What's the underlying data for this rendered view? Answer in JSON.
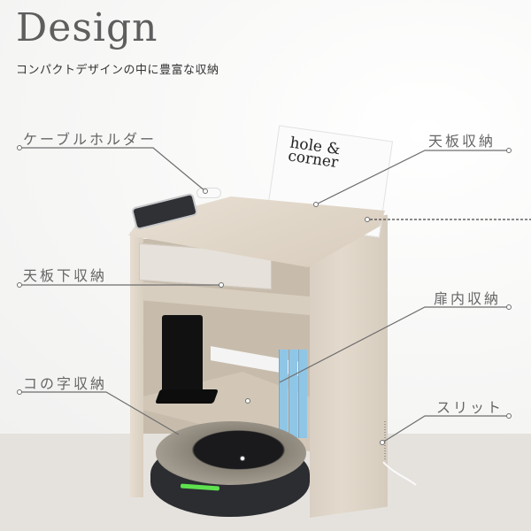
{
  "heading": {
    "title": "Design",
    "subtitle": "コンパクトデザインの中に豊富な収納"
  },
  "callouts": [
    {
      "id": "cable-holder",
      "label": "ケーブルホルダー"
    },
    {
      "id": "top-storage",
      "label": "天板収納"
    },
    {
      "id": "under-top-storage",
      "label": "天板下収納"
    },
    {
      "id": "door-storage",
      "label": "扉内収納"
    },
    {
      "id": "u-shape-storage",
      "label": "コの字収納"
    },
    {
      "id": "slit",
      "label": "スリット"
    }
  ],
  "product_image": {
    "magazine_title": "hole & corner",
    "items": [
      "smartphone",
      "tissue-box",
      "router",
      "power-strip",
      "books",
      "robot-vacuum"
    ]
  },
  "colors": {
    "text": "#666666",
    "line": "#6e6e6e",
    "wood": "#dcd2c4",
    "floor": "#e5e2de",
    "book": "#8fc6e6",
    "led": "#5ee14f"
  }
}
